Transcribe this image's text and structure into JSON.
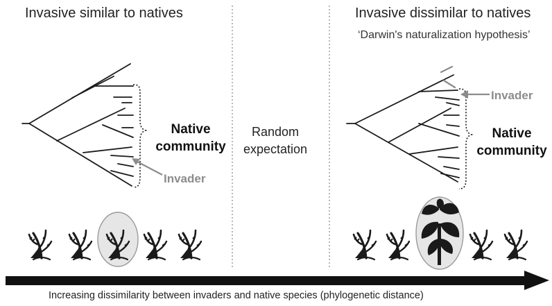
{
  "left_panel": {
    "title": "Invasive similar to natives",
    "community_label_line1": "Native",
    "community_label_line2": "community",
    "invader_label": "Invader"
  },
  "middle_panel": {
    "label_line1": "Random",
    "label_line2": "expectation"
  },
  "right_panel": {
    "title": "Invasive dissimilar to natives",
    "subtitle": "‘Darwin's naturalization hypothesis’",
    "community_label_line1": "Native",
    "community_label_line2": "community",
    "invader_label": "Invader"
  },
  "axis": {
    "label": "Increasing dissimilarity between invaders and native species (phylogenetic distance)"
  },
  "colors": {
    "ink": "#1a1a1a",
    "invader_grey": "#8c8c8c",
    "divider": "#9a9a9a",
    "highlight_oval_fill": "#e6e6e6"
  },
  "icons": [
    "native-plant-icon",
    "invasive-plant-icon",
    "phylogenetic-tree-icon",
    "arrow-icon"
  ]
}
